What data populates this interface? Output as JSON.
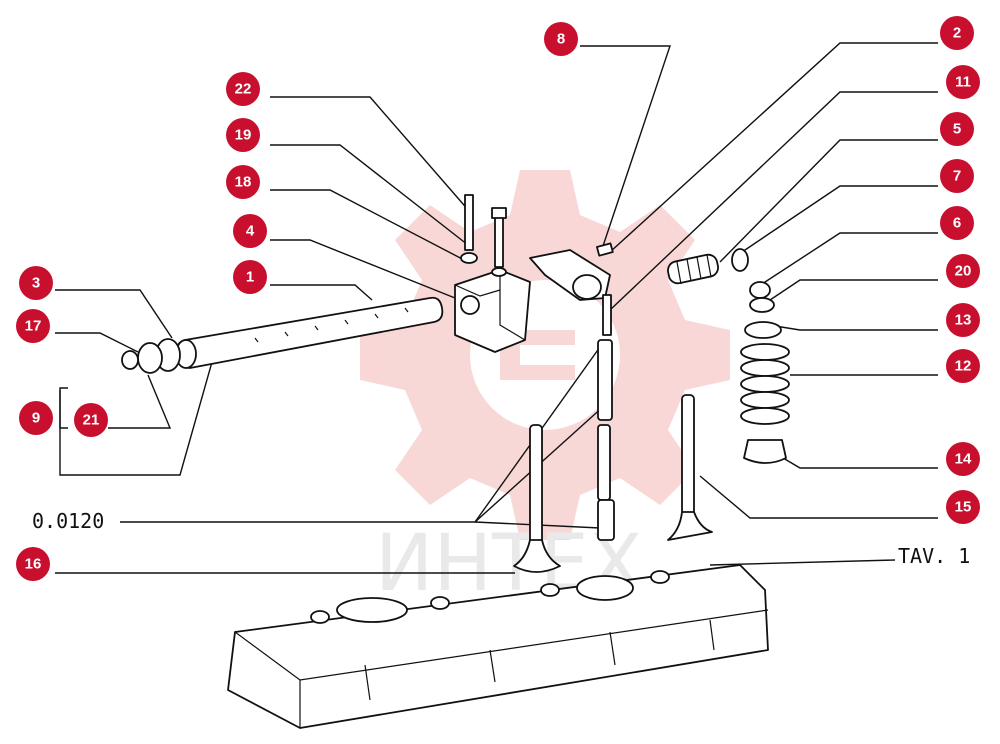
{
  "callouts": [
    {
      "id": "c1",
      "label": "1"
    },
    {
      "id": "c2",
      "label": "2"
    },
    {
      "id": "c3",
      "label": "3"
    },
    {
      "id": "c4",
      "label": "4"
    },
    {
      "id": "c5",
      "label": "5"
    },
    {
      "id": "c6",
      "label": "6"
    },
    {
      "id": "c7",
      "label": "7"
    },
    {
      "id": "c8",
      "label": "8"
    },
    {
      "id": "c9",
      "label": "9"
    },
    {
      "id": "c11",
      "label": "11"
    },
    {
      "id": "c12",
      "label": "12"
    },
    {
      "id": "c13",
      "label": "13"
    },
    {
      "id": "c14",
      "label": "14"
    },
    {
      "id": "c15",
      "label": "15"
    },
    {
      "id": "c16",
      "label": "16"
    },
    {
      "id": "c17",
      "label": "17"
    },
    {
      "id": "c18",
      "label": "18"
    },
    {
      "id": "c19",
      "label": "19"
    },
    {
      "id": "c20",
      "label": "20"
    },
    {
      "id": "c21",
      "label": "21"
    },
    {
      "id": "c22",
      "label": "22"
    }
  ],
  "reference_code": "0.0120",
  "table_label": "TAV. 1",
  "watermark": {
    "text": "ИНТЕХ",
    "color": "#f4b7b7"
  },
  "colors": {
    "callout": "#c8102e",
    "line": "#111111",
    "watermark_gear": "#f4b7b7"
  }
}
